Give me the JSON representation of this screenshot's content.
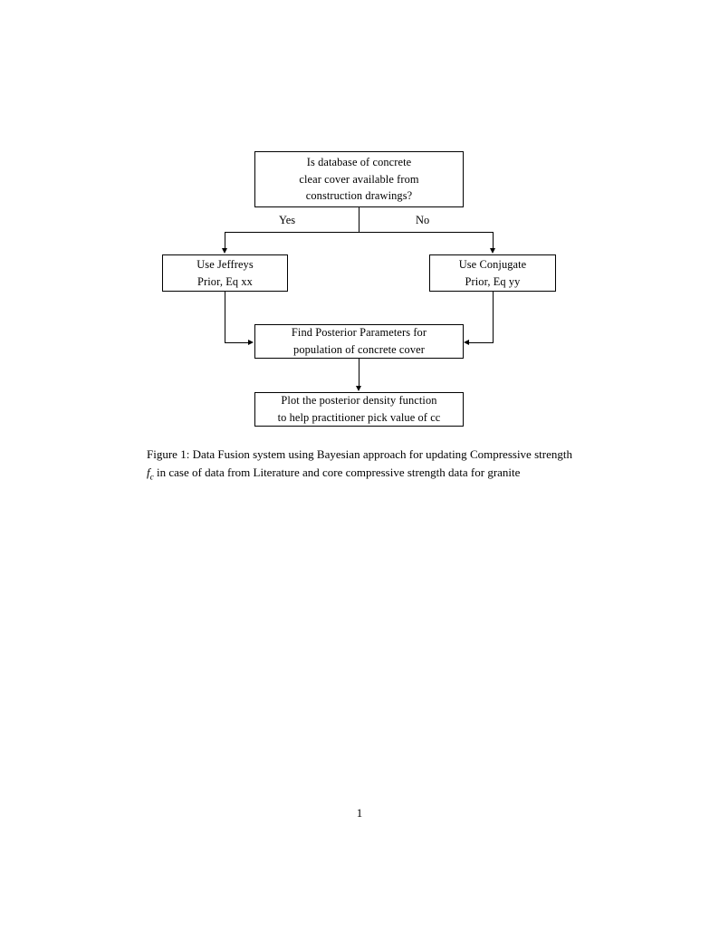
{
  "document": {
    "page_number": "1"
  },
  "figure": {
    "nodes": {
      "decision": {
        "lines": [
          "Is database of concrete",
          "clear cover available from",
          "construction drawings?"
        ]
      },
      "jeffreys": {
        "lines": [
          "Use Jeffreys",
          "Prior, Eq xx"
        ]
      },
      "conjugate": {
        "lines": [
          "Use Conjugate",
          "Prior, Eq yy"
        ]
      },
      "posterior": {
        "lines": [
          "Find Posterior Parameters for",
          "population of concrete cover"
        ]
      },
      "plot": {
        "lines": [
          "Plot the posterior density function",
          "to help practitioner pick value of cc"
        ]
      }
    },
    "edge_labels": {
      "yes": "Yes",
      "no": "No"
    }
  },
  "caption": {
    "label": "Figure 1:",
    "text_before_symbol": " Data Fusion system using Bayesian approach for updating Compressive strength ",
    "symbol_base": "f",
    "symbol_sub": "c",
    "text_after_symbol": " in case of data from Literature and core compressive strength data for granite"
  },
  "colors": {
    "ink": "#000000",
    "paper": "#ffffff"
  }
}
